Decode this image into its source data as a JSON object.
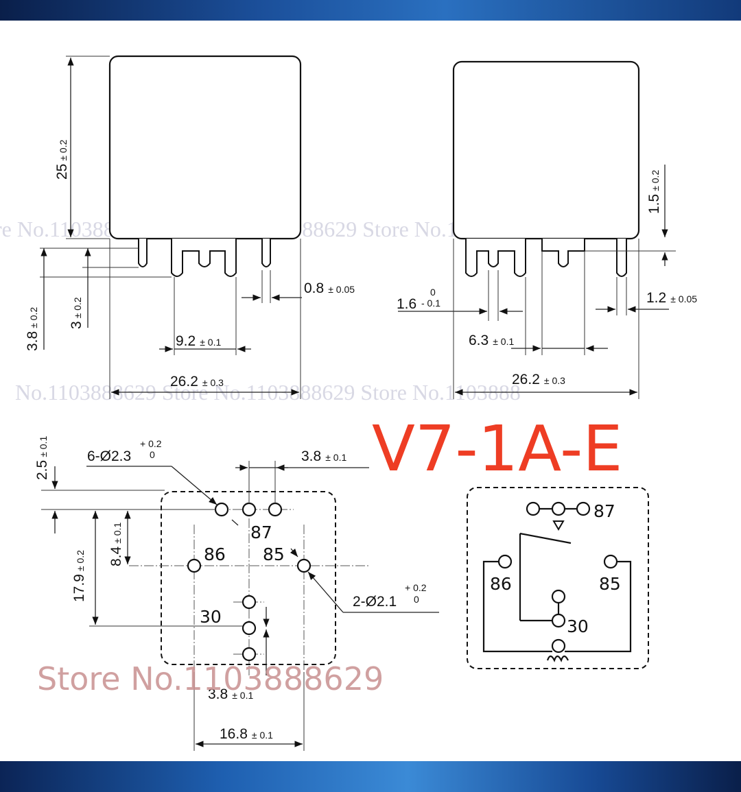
{
  "model": "V7-1A-E",
  "watermarks": {
    "row1": "re No.1103888629 Store No.1103888629 Store No.1103888629",
    "row2": "No.1103888629 Store No.1103888629 Store No.1103888",
    "big": "Store No.1103888629"
  },
  "side_view": {
    "height": "25",
    "height_tol": "± 0.2",
    "pin_len": "3.8",
    "pin_len_tol": "± 0.2",
    "tab_len": "3",
    "tab_len_tol": "± 0.2",
    "pin_w": "0.8",
    "pin_w_tol": "± 0.05",
    "tab_span": "9.2",
    "tab_span_tol": "± 0.1",
    "width": "26.2",
    "width_tol": "± 0.3"
  },
  "front_view": {
    "pin_ext": "1.5",
    "pin_ext_tol": "± 0.2",
    "tab_w": "1.6",
    "tab_w_tol_up": "0",
    "tab_w_tol_dn": "- 0.1",
    "pin_w": "1.2",
    "pin_w_tol": "± 0.05",
    "tab_gap": "6.3",
    "tab_gap_tol": "± 0.1",
    "width": "26.2",
    "width_tol": "± 0.3"
  },
  "pcb": {
    "top_off": "2.5",
    "top_off_tol": "± 0.1",
    "holes6": "6-Ø2.3",
    "holes6_tol_up": "+ 0.2",
    "holes6_tol_dn": "0",
    "pitch_top": "3.8",
    "pitch_top_tol": "± 0.1",
    "mid_off": "8.4",
    "mid_off_tol": "± 0.1",
    "height": "17.9",
    "height_tol": "± 0.2",
    "holes2": "2-Ø2.1",
    "holes2_tol_up": "+ 0.2",
    "holes2_tol_dn": "0",
    "pitch_bot": "3.8",
    "pitch_bot_tol": "± 0.1",
    "span": "16.8",
    "span_tol": "± 0.1",
    "labels": {
      "t87": "87",
      "t86": "86",
      "t85": "85",
      "t30": "30"
    }
  },
  "schematic": {
    "labels": {
      "t87": "87",
      "t86": "86",
      "t85": "85",
      "t30": "30"
    }
  }
}
